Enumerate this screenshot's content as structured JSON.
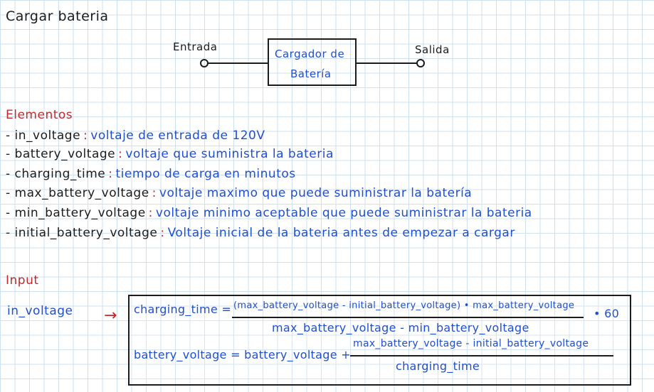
{
  "title": "Cargar bateria",
  "diagram": {
    "input_label": "Entrada",
    "output_label": "Salida",
    "block_line1": "Cargador de",
    "block_line2": "Batería"
  },
  "elements": {
    "heading": "Elementos",
    "items": [
      {
        "name": "in_voltage",
        "sep": ":",
        "desc": "voltaje de entrada de 120V"
      },
      {
        "name": "battery_voltage",
        "sep": ":",
        "desc": "voltaje que suministra la bateria"
      },
      {
        "name": "charging_time",
        "sep": ":",
        "desc": "tiempo de carga en minutos"
      },
      {
        "name": "max_battery_voltage",
        "sep": ":",
        "desc": "voltaje maximo que puede suministrar la batería"
      },
      {
        "name": "min_battery_voltage",
        "sep": ":",
        "desc": "voltaje minimo aceptable que puede suministrar la bateria"
      },
      {
        "name": "initial_battery_voltage",
        "sep": ":",
        "desc": "Voltaje inicial de la bateria antes de empezar a cargar"
      }
    ]
  },
  "input": {
    "heading": "Input",
    "variable": "in_voltage",
    "arrow": "→"
  },
  "formulas": {
    "f1_lhs": "charging_time =",
    "f1_numerator": "(max_battery_voltage - initial_battery_voltage) • max_battery_voltage",
    "f1_denominator": "max_battery_voltage - min_battery_voltage",
    "f1_multiplier": "• 60",
    "f2_lhs": "battery_voltage = battery_voltage +",
    "f2_numerator": "max_battery_voltage - initial_battery_voltage",
    "f2_denominator": "charging_time"
  }
}
